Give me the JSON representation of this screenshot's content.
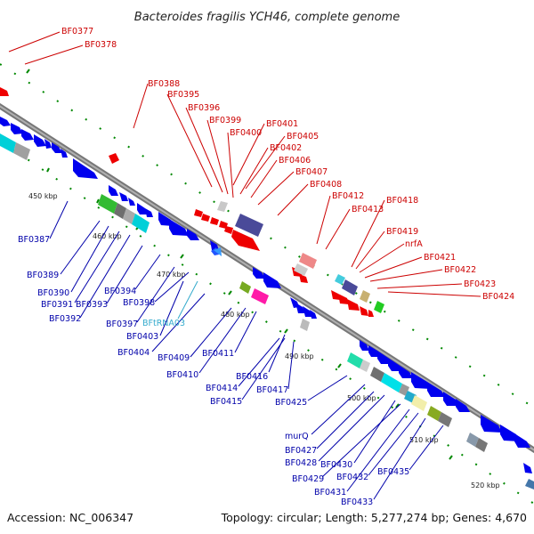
{
  "title": "Bacteroides fragilis YCH46, complete genome",
  "footer": {
    "accession": "Accession: NC_006347",
    "summary": "Topology: circular; Length: 5,277,274 bp; Genes: 4,670"
  },
  "colors": {
    "backbone": "#808080",
    "forward_label": "#cc0000",
    "reverse_label": "#0000aa",
    "rna_label": "#33aacc",
    "tick": "#008800"
  },
  "ticks": [
    "450 kbp",
    "460 kbp",
    "470 kbp",
    "480 kbp",
    "490 kbp",
    "500 kbp",
    "510 kbp",
    "520 kbp"
  ],
  "forward_labels": [
    "BF0377",
    "BF0378",
    "BF0388",
    "BF0395",
    "BF0396",
    "BF0399",
    "BF0400",
    "BF0401",
    "BF0402",
    "BF0405",
    "BF0406",
    "BF0407",
    "BF0408",
    "BF0412",
    "BF0413",
    "BF0418",
    "BF0419",
    "nrfA",
    "BF0421",
    "BF0422",
    "BF0423",
    "BF0424"
  ],
  "reverse_labels": [
    "BF0387",
    "BF0389",
    "BF0390",
    "BF0391",
    "BF0392",
    "BF0393",
    "BF0394",
    "BF0397",
    "BF0398",
    "BF0403",
    "BF0404",
    "BF0409",
    "BF0410",
    "BF0411",
    "BF0414",
    "BF0415",
    "BF0416",
    "BF0417",
    "BF0425",
    "murQ",
    "BF0427",
    "BF0428",
    "BF0429",
    "BF0430",
    "BF0431",
    "BF0432",
    "BF0433",
    "BF0435"
  ],
  "rna_labels": [
    "BFtRNA03"
  ]
}
